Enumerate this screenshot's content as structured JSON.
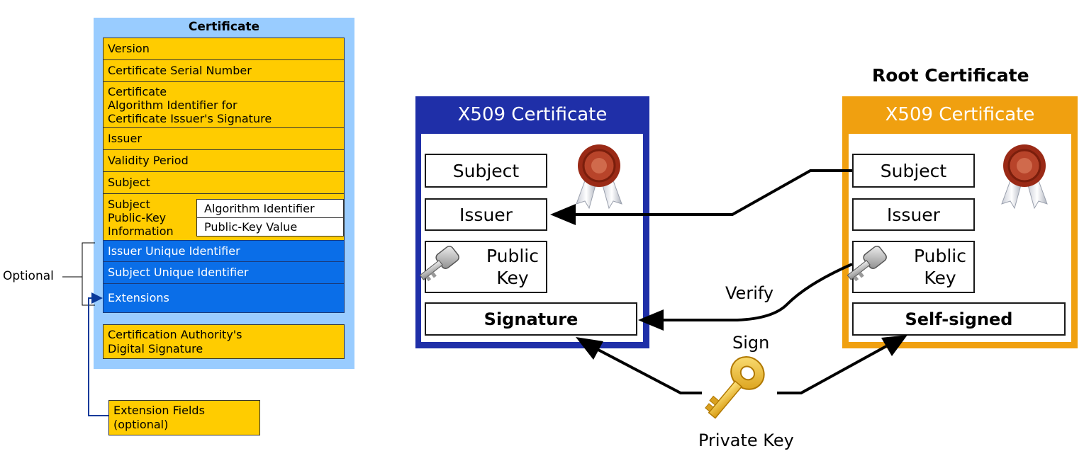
{
  "structure": {
    "title": "Certificate",
    "fields": [
      "Version",
      "Certificate Serial Number",
      "Certificate\nAlgorithm Identifier for\nCertificate Issuer's Signature",
      "Issuer",
      "Validity Period",
      "Subject",
      "Subject\nPublic-Key\nInformation"
    ],
    "public_key_parts": [
      "Algorithm Identifier",
      "Public-Key Value"
    ],
    "optional_fields": [
      "Issuer Unique Identifier",
      "Subject Unique Identifier",
      "Extensions"
    ],
    "signature_field": "Certification Authority's\nDigital Signature",
    "extension_fields": "Extension Fields\n(optional)",
    "optional_label": "Optional"
  },
  "chain": {
    "left_cert": {
      "title": "X509 Certificate",
      "subject": "Subject",
      "issuer": "Issuer",
      "public_key": "Public\nKey",
      "signature": "Signature"
    },
    "root_cert": {
      "heading": "Root Certificate",
      "title": "X509 Certificate",
      "subject": "Subject",
      "issuer": "Issuer",
      "public_key": "Public\nKey",
      "signature": "Self-signed"
    },
    "verify_label": "Verify",
    "sign_label": "Sign",
    "private_key_label": "Private Key"
  },
  "colors": {
    "panel": "#99ccff",
    "field": "#ffcc00",
    "optional_field": "#0a6ee8",
    "left_frame": "#1f2fa8",
    "root_frame": "#f0a010"
  }
}
